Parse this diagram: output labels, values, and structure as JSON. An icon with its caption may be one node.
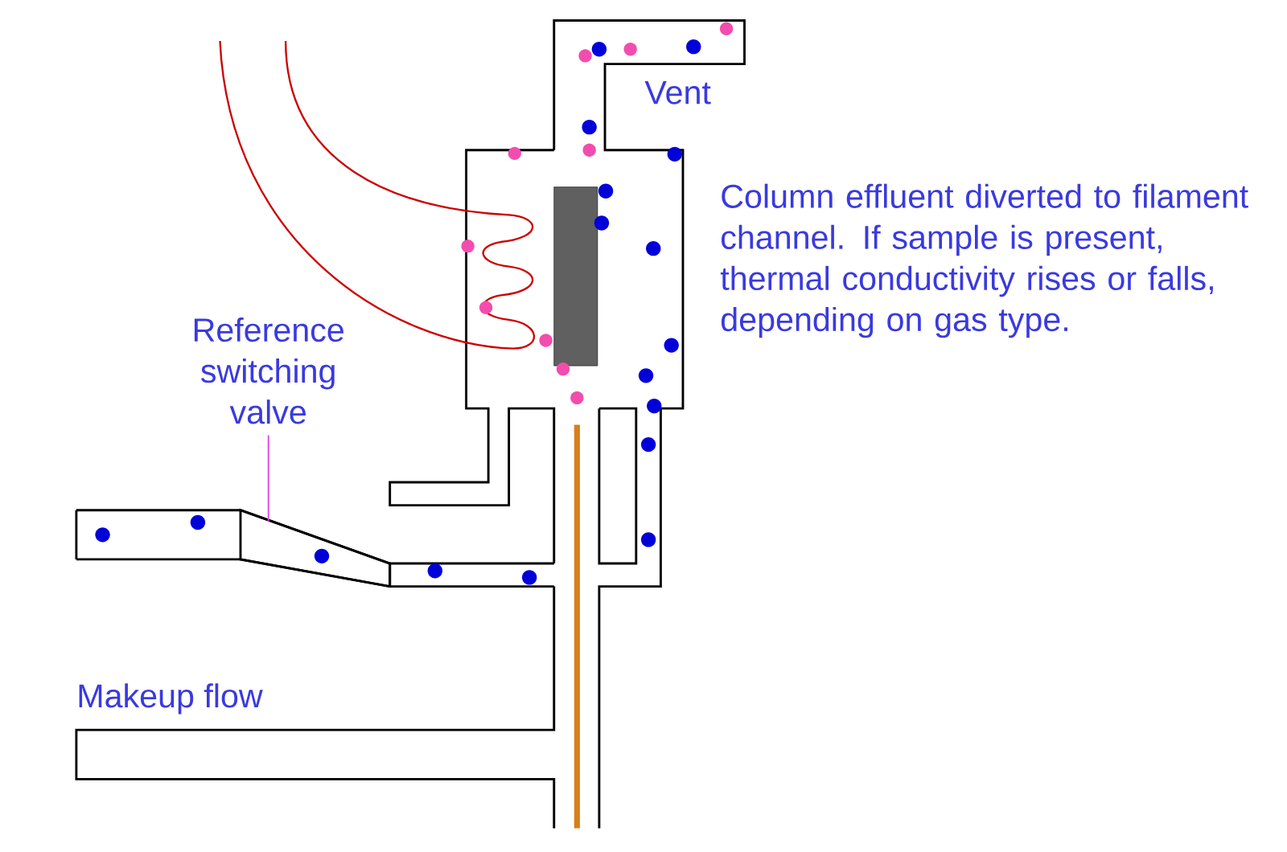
{
  "diagram": {
    "nodes": [
      {
        "text": [
          "Reference switching valve"
        ]
      },
      {
        "text": [],
        "shape": "box"
      }
    ],
    "edges": [
      {
        "from": 0,
        "to": 1,
        "arrow": "none",
        "color": "#e040e0"
      }
    ],
    "labels": [
      "Vent",
      "Column effluent diverted to filament channel. If sample is present, thermal conductivity rises or falls, depending on gas type.",
      "Makeup flow"
    ]
  }
}
